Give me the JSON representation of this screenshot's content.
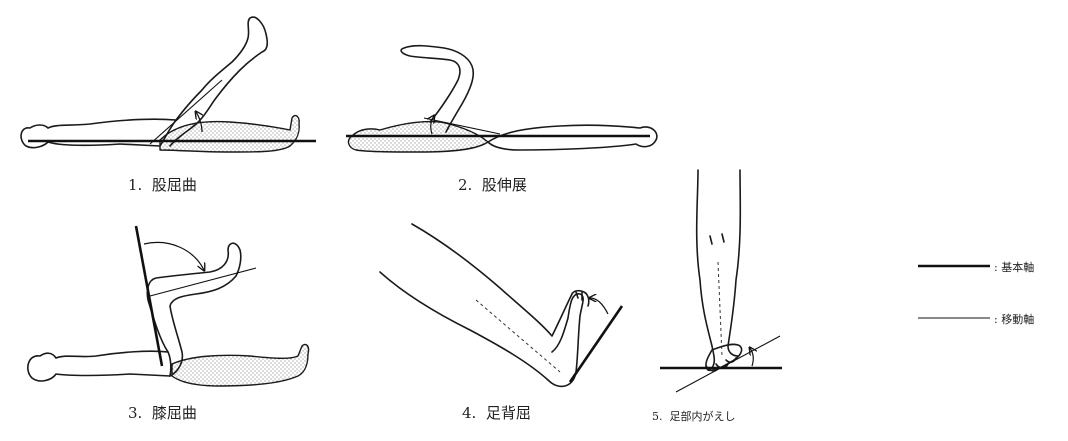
{
  "figures": [
    {
      "number": "1.",
      "label": "股屈曲"
    },
    {
      "number": "2.",
      "label": "股伸展"
    },
    {
      "number": "3.",
      "label": "膝屈曲"
    },
    {
      "number": "4.",
      "label": "足背屈"
    },
    {
      "number": "5.",
      "label": "足部内がえし"
    }
  ],
  "legend": {
    "basic_axis": ": 基本軸",
    "moving_axis": ": 移動軸"
  },
  "colors": {
    "line": "#111111",
    "shade_dots": "#555555",
    "background": "#ffffff"
  }
}
